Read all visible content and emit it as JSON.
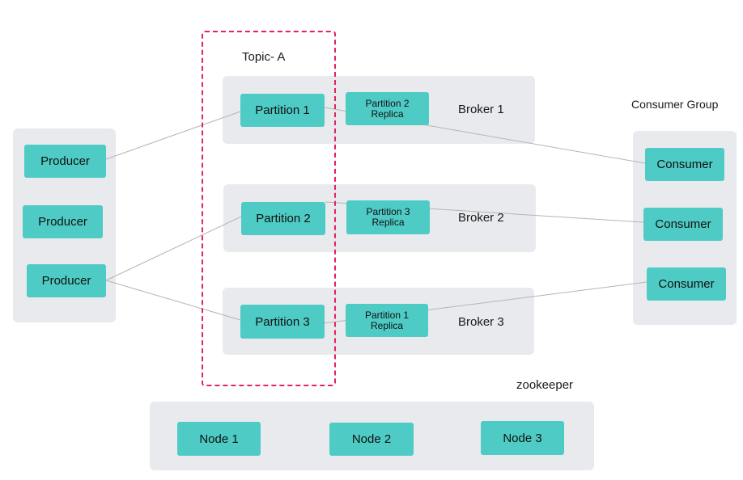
{
  "topic": {
    "label": "Topic- A"
  },
  "producers": [
    {
      "label": "Producer"
    },
    {
      "label": "Producer"
    },
    {
      "label": "Producer"
    }
  ],
  "brokers": [
    {
      "label": "Broker 1",
      "partition": "Partition 1",
      "replica_line1": "Partition 2",
      "replica_line2": "Replica"
    },
    {
      "label": "Broker 2",
      "partition": "Partition 2",
      "replica_line1": "Partition 3",
      "replica_line2": "Replica"
    },
    {
      "label": "Broker 3",
      "partition": "Partition 3",
      "replica_line1": "Partition 1",
      "replica_line2": "Replica"
    }
  ],
  "consumer_group": {
    "label": "Consumer Group",
    "consumers": [
      {
        "label": "Consumer"
      },
      {
        "label": "Consumer"
      },
      {
        "label": "Consumer"
      }
    ]
  },
  "zookeeper": {
    "label": "zookeeper",
    "nodes": [
      {
        "label": "Node 1"
      },
      {
        "label": "Node 2"
      },
      {
        "label": "Node 3"
      }
    ]
  },
  "colors": {
    "accent": "#4ecbc4",
    "panel": "#e9eaee",
    "topic_border": "#e0245e",
    "connector": "#b5b5b5"
  }
}
